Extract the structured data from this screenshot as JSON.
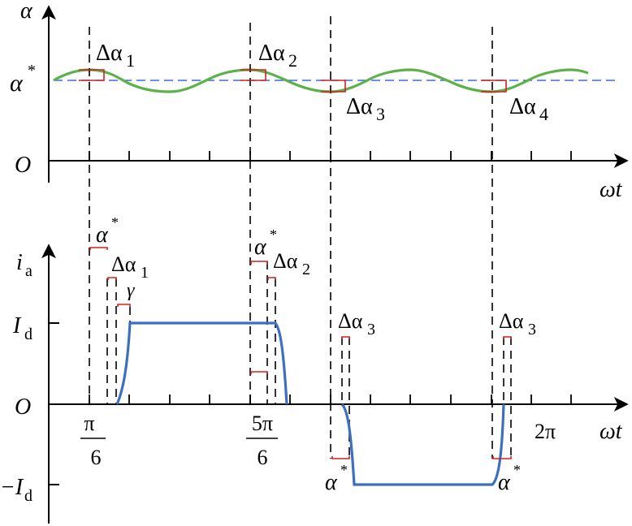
{
  "colors": {
    "axis": "#000000",
    "reference_line": "#3a6fd8",
    "alpha_curve": "#5cb14a",
    "current_curve": "#3b6fc0",
    "bracket": "#d42020",
    "guide": "#000000"
  },
  "top_plot": {
    "y_axis_label": "α",
    "x_axis_label": "ωt",
    "origin_label": "O",
    "reference_label": "α",
    "reference_superscript": "*",
    "deviations": [
      {
        "label": "Δα",
        "sub": "1"
      },
      {
        "label": "Δα",
        "sub": "2"
      },
      {
        "label": "Δα",
        "sub": "3"
      },
      {
        "label": "Δα",
        "sub": "4"
      }
    ]
  },
  "bottom_plot": {
    "y_axis_label": "i",
    "y_axis_sub": "a",
    "x_axis_label": "ωt",
    "origin_label": "O",
    "pos_level_label": "I",
    "pos_level_sub": "d",
    "neg_level_label": "−I",
    "neg_level_sub": "d",
    "x_ticks": {
      "pi_6_num": "π",
      "pi_6_den": "6",
      "five_pi_6_num": "5π",
      "five_pi_6_den": "6",
      "two_pi": "2π"
    },
    "annotations": {
      "alpha_star_1": "α",
      "alpha_star_sup": "*",
      "delta_alpha_1": {
        "label": "Δα",
        "sub": "1"
      },
      "gamma": "γ",
      "alpha_star_2": "α",
      "delta_alpha_2": {
        "label": "Δα",
        "sub": "2"
      },
      "delta_alpha_3a": {
        "label": "Δα",
        "sub": "3"
      },
      "delta_alpha_3b": {
        "label": "Δα",
        "sub": "3"
      },
      "alpha_star_3": "α",
      "alpha_star_4": "α"
    }
  }
}
